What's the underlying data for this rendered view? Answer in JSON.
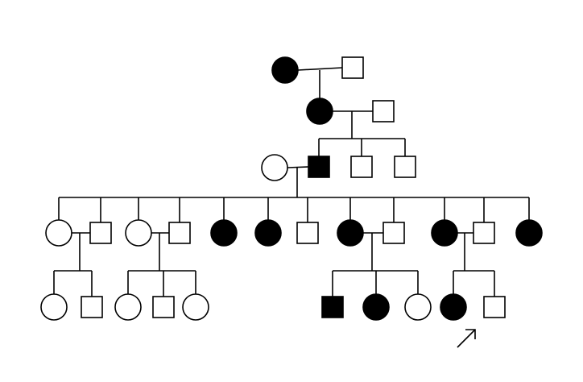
{
  "diagram": {
    "type": "pedigree",
    "colors": {
      "affected": "#000000",
      "unaffected": "#ffffff",
      "line": "#000000"
    },
    "generations": [
      {
        "id": "I",
        "individuals": [
          {
            "id": "I-1",
            "sex": "female",
            "affected": true
          },
          {
            "id": "I-2",
            "sex": "male",
            "affected": false
          }
        ]
      },
      {
        "id": "II",
        "individuals": [
          {
            "id": "II-1",
            "sex": "female",
            "affected": true
          },
          {
            "id": "II-2",
            "sex": "male",
            "affected": false
          }
        ]
      },
      {
        "id": "III",
        "individuals": [
          {
            "id": "III-1",
            "sex": "female",
            "affected": false
          },
          {
            "id": "III-2",
            "sex": "male",
            "affected": true
          },
          {
            "id": "III-3",
            "sex": "male",
            "affected": false
          },
          {
            "id": "III-4",
            "sex": "male",
            "affected": false
          }
        ]
      },
      {
        "id": "IV",
        "individuals": [
          {
            "id": "IV-1",
            "sex": "female",
            "affected": false
          },
          {
            "id": "IV-2",
            "sex": "male",
            "affected": false
          },
          {
            "id": "IV-3",
            "sex": "female",
            "affected": false
          },
          {
            "id": "IV-4",
            "sex": "male",
            "affected": false
          },
          {
            "id": "IV-5",
            "sex": "female",
            "affected": true
          },
          {
            "id": "IV-6",
            "sex": "female",
            "affected": true
          },
          {
            "id": "IV-7",
            "sex": "male",
            "affected": false
          },
          {
            "id": "IV-8",
            "sex": "female",
            "affected": true
          },
          {
            "id": "IV-9",
            "sex": "male",
            "affected": false
          },
          {
            "id": "IV-10",
            "sex": "female",
            "affected": true
          },
          {
            "id": "IV-11",
            "sex": "male",
            "affected": false
          },
          {
            "id": "IV-12",
            "sex": "female",
            "affected": true
          }
        ]
      },
      {
        "id": "V",
        "individuals": [
          {
            "id": "V-1",
            "sex": "female",
            "affected": false
          },
          {
            "id": "V-2",
            "sex": "male",
            "affected": false
          },
          {
            "id": "V-3",
            "sex": "female",
            "affected": false
          },
          {
            "id": "V-4",
            "sex": "male",
            "affected": false
          },
          {
            "id": "V-5",
            "sex": "female",
            "affected": false
          },
          {
            "id": "V-6",
            "sex": "male",
            "affected": true
          },
          {
            "id": "V-7",
            "sex": "female",
            "affected": true
          },
          {
            "id": "V-8",
            "sex": "female",
            "affected": false
          },
          {
            "id": "V-9",
            "sex": "female",
            "affected": true,
            "proband": true
          },
          {
            "id": "V-10",
            "sex": "male",
            "affected": false
          }
        ]
      }
    ]
  }
}
